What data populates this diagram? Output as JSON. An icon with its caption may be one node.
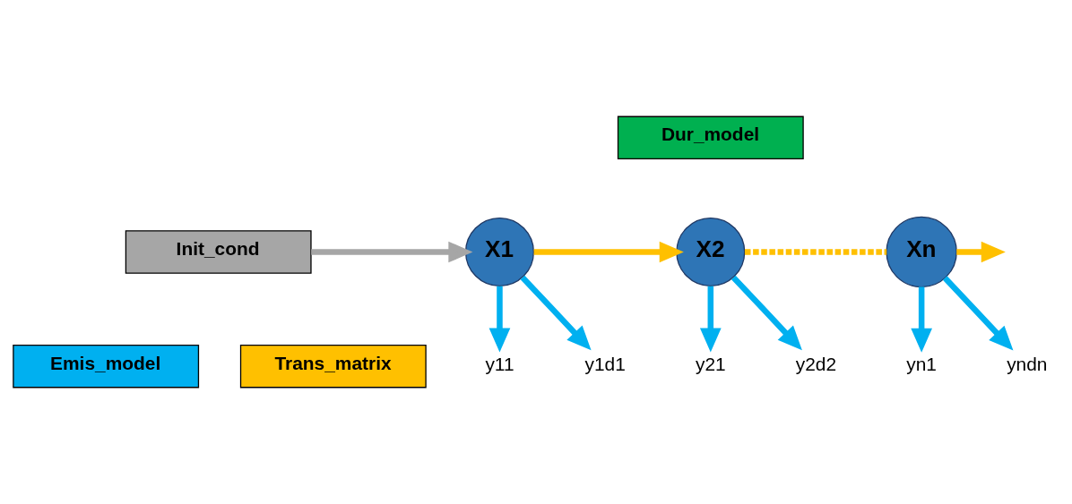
{
  "diagram": {
    "nodes": [
      {
        "text": [
          "Dur_model"
        ]
      },
      {
        "text": [
          "Init_cond"
        ]
      },
      {
        "text": [
          "X1"
        ]
      },
      {
        "text": [
          "X2"
        ]
      },
      {
        "text": [
          "Xn"
        ]
      },
      {
        "text": [
          "Trans_matrix"
        ]
      },
      {
        "text": [
          "Emis_model"
        ]
      },
      {
        "text": [
          "y11"
        ]
      },
      {
        "text": [
          "y1d1"
        ]
      },
      {
        "text": [
          "y21"
        ]
      },
      {
        "text": [
          "y2d2"
        ]
      },
      {
        "text": [
          "yn1"
        ]
      },
      {
        "text": [
          "yndn"
        ]
      }
    ],
    "edges": [
      {
        "from": 1,
        "to": 2,
        "arrow": "to",
        "color": "#a6a6a6"
      },
      {
        "from": 2,
        "to": 3,
        "arrow": "to",
        "color": "#ffc000"
      },
      {
        "from": 3,
        "to": 4,
        "arrow": "none",
        "style": "dashed",
        "color": "#ffc000"
      },
      {
        "from": 4,
        "to": null,
        "arrow": "to",
        "color": "#ffc000"
      },
      {
        "from": 2,
        "to": 7,
        "arrow": "to"
      },
      {
        "from": 2,
        "to": 8,
        "arrow": "to"
      },
      {
        "from": 3,
        "to": 9,
        "arrow": "to"
      },
      {
        "from": 3,
        "to": 10,
        "arrow": "to"
      },
      {
        "from": 4,
        "to": 11,
        "arrow": "to"
      },
      {
        "from": 4,
        "to": 12,
        "arrow": "to"
      }
    ]
  }
}
